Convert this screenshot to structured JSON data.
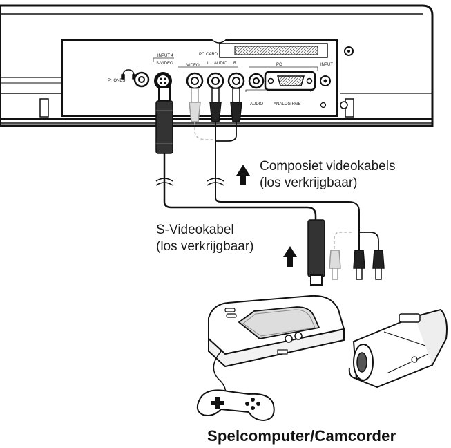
{
  "panel": {
    "input4": "INPUT 4",
    "s_video": "S-VIDEO",
    "video": "VIDEO",
    "audio": "AUDIO",
    "l": "L",
    "r": "R",
    "pc_card": "PC CARD",
    "phones": "PHONES",
    "pc": "PC",
    "audio_lower": "AUDIO",
    "analog_rgb": "ANALOG RGB",
    "input": "INPUT"
  },
  "labels": {
    "composite_line1": "Composiet videokabels",
    "composite_line2": "(los verkrijgbaar)",
    "svideo_line1": "S-Videokabel",
    "svideo_line2": "(los verkrijgbaar)"
  },
  "caption": "Spelcomputer/Camcorder"
}
